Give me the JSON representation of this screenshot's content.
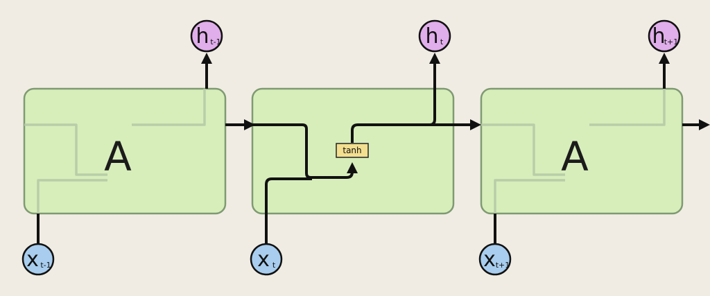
{
  "cells": [
    {
      "label": "A"
    },
    {
      "label": ""
    },
    {
      "label": "A"
    }
  ],
  "activation": "tanh",
  "outputs": [
    {
      "symbol": "h",
      "sub": "t-1"
    },
    {
      "symbol": "h",
      "sub": "t"
    },
    {
      "symbol": "h",
      "sub": "t+1"
    }
  ],
  "inputs": [
    {
      "symbol": "x",
      "sub": "t-1"
    },
    {
      "symbol": "x",
      "sub": "t"
    },
    {
      "symbol": "x",
      "sub": "t+1"
    }
  ],
  "colors": {
    "background": "#f0ece3",
    "cell_fill": "#cfeeb0",
    "cell_border": "#7f9a72",
    "output_node": "#e0aeea",
    "input_node": "#a8cdee",
    "activation_box": "#f3df90",
    "wire": "#111111"
  }
}
